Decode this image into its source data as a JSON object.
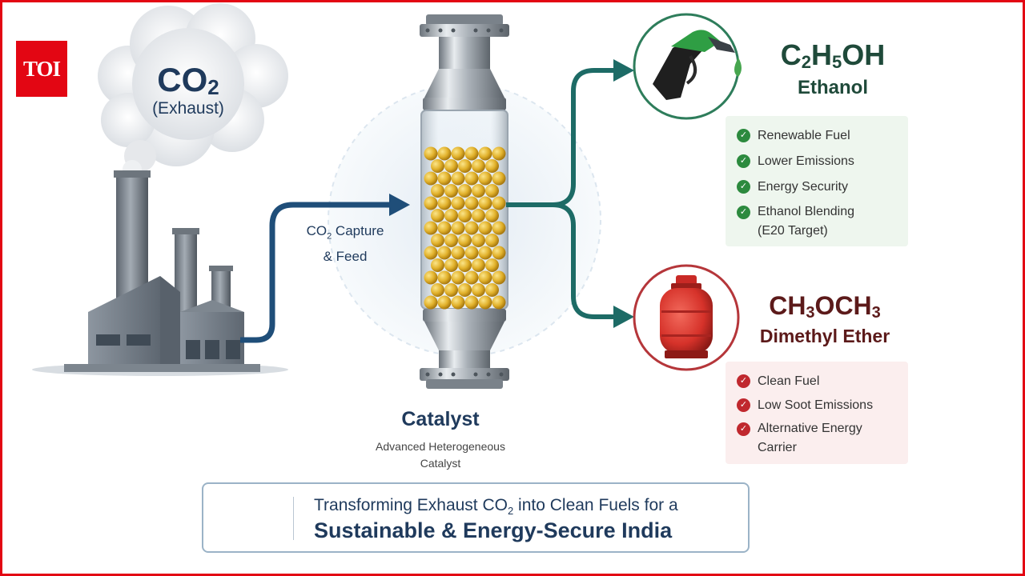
{
  "logo": {
    "text": "TOI"
  },
  "source": {
    "formula_main": "CO",
    "formula_sub": "2",
    "label": "(Exhaust)"
  },
  "feed": {
    "line1_main": "CO",
    "line1_sub": "2",
    "line1_rest": " Capture",
    "line2": "& Feed"
  },
  "catalyst": {
    "title": "Catalyst",
    "subtitle_line1": "Advanced Heterogeneous",
    "subtitle_line2": "Catalyst"
  },
  "ethanol": {
    "f1": "C",
    "s1": "2",
    "f2": "H",
    "s2": "5",
    "f3": "OH",
    "name": "Ethanol",
    "benefits": [
      "Renewable Fuel",
      "Lower Emissions",
      "Energy Security",
      "Ethanol Blending\n(E20 Target)"
    ]
  },
  "dme": {
    "f1": "CH",
    "s1": "3",
    "f2": "OCH",
    "s2": "3",
    "name": "Dimethyl Ether",
    "benefits": [
      "Clean Fuel",
      "Low Soot Emissions",
      "Alternative Energy\nCarrier"
    ]
  },
  "banner": {
    "line1_pre": "Transforming Exhaust CO",
    "line1_sub": "2",
    "line1_post": " into Clean Fuels for a",
    "line2": "Sustainable & Energy-Secure India"
  },
  "colors": {
    "brand_red": "#e30613",
    "navy": "#1f3a5c",
    "green": "#2c8a3e",
    "red": "#c0282e",
    "teal_arrow": "#1d6b66",
    "catalyst_bead": "#e2b22c"
  },
  "icons": [
    "factory-icon",
    "smoke-cloud-icon",
    "reactor-icon",
    "fuel-nozzle-icon",
    "gas-cylinder-icon",
    "check-icon",
    "leaf-icon"
  ]
}
